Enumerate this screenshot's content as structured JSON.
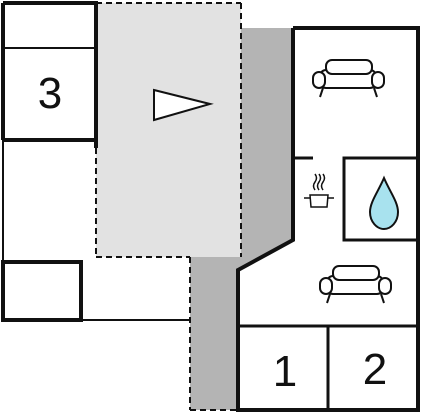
{
  "floor_plan": {
    "room_numbers": [
      "3",
      "1",
      "2"
    ],
    "icons": [
      "sofa-icon",
      "water-drop-icon",
      "cooking-pot-icon",
      "sofa-icon",
      "direction-arrow-icon"
    ],
    "colors": {
      "wall": "#111111",
      "terrace": "#e2e2e2",
      "walkway": "#b4b4b4",
      "water_drop": "#a8e2ee",
      "background": "#ffffff"
    }
  }
}
